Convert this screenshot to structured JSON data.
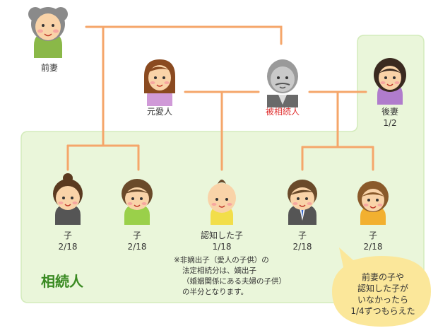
{
  "people": {
    "former_wife": {
      "label": "前妻"
    },
    "former_lover": {
      "label": "元愛人"
    },
    "deceased": {
      "label": "被相続人",
      "color": "#e03030"
    },
    "second_wife": {
      "label": "後妻",
      "share": "1/2"
    },
    "child1": {
      "label": "子",
      "share": "2/18"
    },
    "child2": {
      "label": "子",
      "share": "2/18"
    },
    "recognized_child": {
      "label": "認知した子",
      "share": "1/18"
    },
    "child4": {
      "label": "子",
      "share": "2/18"
    },
    "child5": {
      "label": "子",
      "share": "2/18"
    }
  },
  "heirs_area_label": "相続人",
  "note": {
    "lines": [
      "※非嫡出子（愛人の子供）の",
      "法定相続分は、嫡出子",
      "（婚姻関係にある夫婦の子供）",
      "の半分となります。"
    ]
  },
  "bubble": {
    "lines": [
      "前妻の子や",
      "認知した子が",
      "いなかったら",
      "1/4ずつもらえた"
    ]
  },
  "colors": {
    "line": "#f5a66a",
    "area_fill": "#eaf6da",
    "area_stroke": "#d3ebbb",
    "bubble_fill": "#fbe79a",
    "area_label": "#3a8a22"
  }
}
